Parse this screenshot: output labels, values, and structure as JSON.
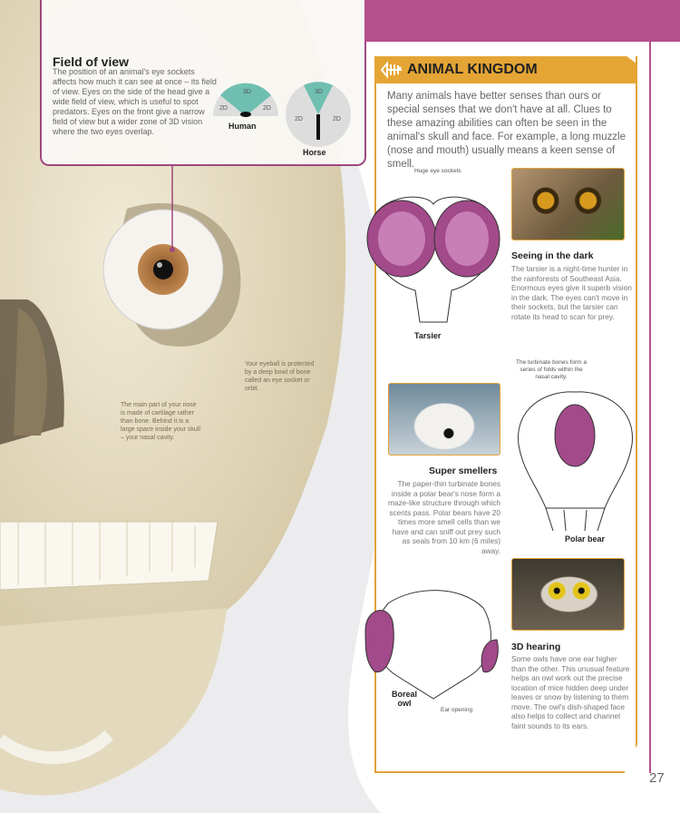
{
  "field_of_view": {
    "title": "Field of view",
    "body": "The position of an animal's eye sockets affects how much it can see at once – its field of view. Eyes on the side of the head give a wide field of view, which is useful to spot predators. Eyes on the front give a narrow field of view but a wider zone of 3D vision where the two eyes overlap.",
    "human": {
      "label": "Human",
      "zone_3d": "3D",
      "zone_left": "2D",
      "zone_right": "2D"
    },
    "horse": {
      "label": "Horse",
      "zone_3d": "3D",
      "zone_left": "2D",
      "zone_right": "2D"
    }
  },
  "annotations": {
    "eye_socket": "Your eyeball is protected by a deep bowl of bone called an eye socket or orbit.",
    "nose": "The main part of your nose is made of cartilage rather than bone. Behind it is a large space inside your skull – your nasal cavity."
  },
  "animal_kingdom": {
    "title": "ANIMAL KINGDOM",
    "intro": "Many animals have better senses than ours or special senses that we don't have at all. Clues to these amazing abilities can often be seen in the animal's skull and face. For example, a long muzzle (nose and mouth) usually means a keen sense of smell.",
    "tarsier": {
      "callout": "Huge eye sockets",
      "label": "Tarsier",
      "title": "Seeing in the dark",
      "body": "The tarsier is a night-time hunter in the rainforests of Southeast Asia. Enormous eyes give it superb vision in the dark. The eyes can't move in their sockets, but the tarsier can rotate its head to scan for prey."
    },
    "polar_bear": {
      "callout": "The turbinate bones form a series of folds within the nasal cavity.",
      "label": "Polar bear",
      "title": "Super smellers",
      "body": "The paper-thin turbinate bones inside a polar bear's nose form a maze-like structure through which scents pass. Polar bears have 20 times more smell cells than we have and can sniff out prey such as seals from 10 km (6 miles) away."
    },
    "owl": {
      "callout": "Ear opening",
      "label": "Boreal owl",
      "title": "3D hearing",
      "body": "Some owls have one ear higher than the other. This unusual feature helps an owl work out the precise location of mice hidden deep under leaves or snow by listening to them move. The owl's dish-shaped face also helps to collect and channel faint sounds to its ears."
    }
  },
  "page_number": "27",
  "colors": {
    "magenta": "#b4508c",
    "orange": "#e5a535",
    "teal": "#6fbfb0",
    "bone": "#e9e1c8"
  }
}
